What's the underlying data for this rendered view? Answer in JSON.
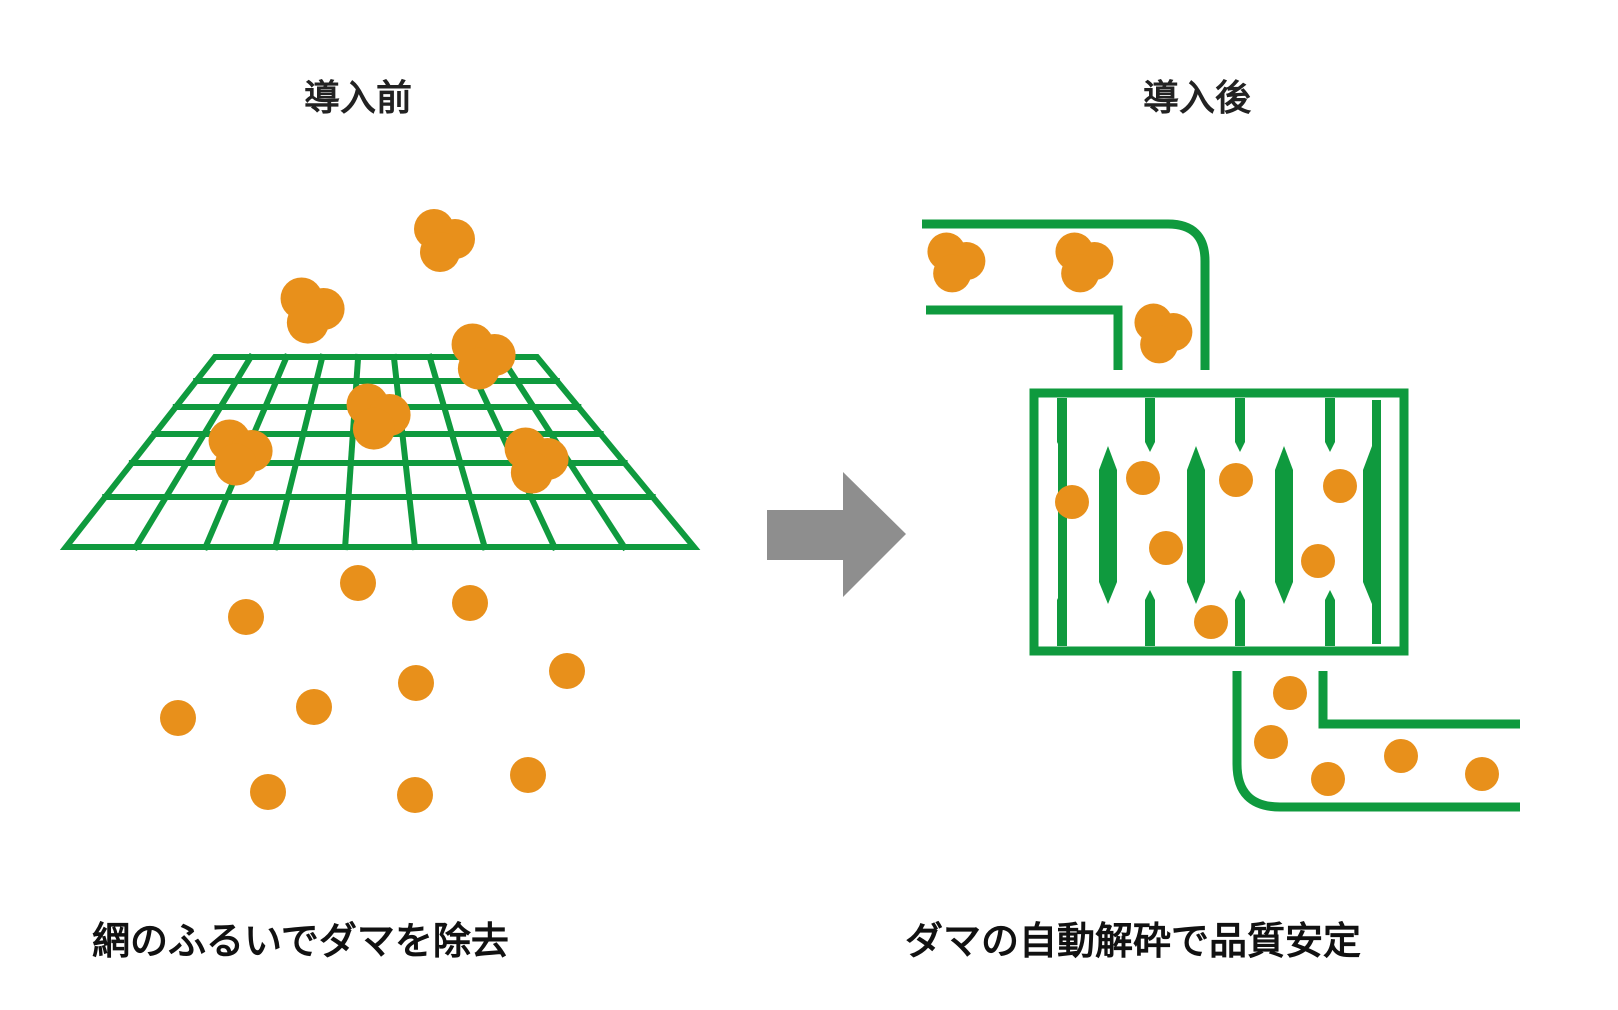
{
  "before": {
    "title": "導入前",
    "caption": "網のふるいでダマを除去"
  },
  "after": {
    "title": "導入後",
    "caption": "ダマの自動解砕で品質安定"
  },
  "colors": {
    "green": "#0f9a3e",
    "orange": "#e8901b",
    "arrow": "#8e8e8e",
    "text": "#222222"
  },
  "icons": {
    "center": "right-arrow-icon"
  }
}
